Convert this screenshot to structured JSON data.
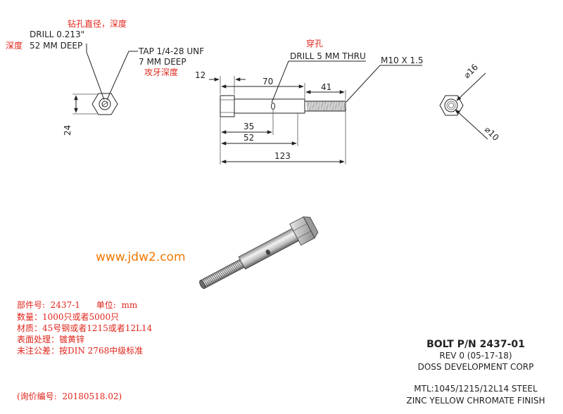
{
  "labels": {
    "drill_cn": "钻孔直径，深度",
    "drill_spec": "DRILL 0.213\"",
    "depth_cn": "深度",
    "drill_depth": "52 MM DEEP",
    "tap_spec": "TAP 1/4-28 UNF",
    "tap_depth": "7 MM DEEP",
    "tap_cn": "攻牙深度",
    "thru_cn": "穿孔",
    "thru_spec": "DRILL 5 MM THRU",
    "thread_spec": "M10 X 1.5"
  },
  "dimensions": {
    "d12": "12",
    "d70": "70",
    "d41": "41",
    "d24": "24",
    "d35": "35",
    "d52": "52",
    "d123": "123",
    "dia16": "⌀16",
    "dia10": "⌀10"
  },
  "website": "www.jdw2.com",
  "specs": {
    "part_no": "部件号:  2437-1      单位:  mm",
    "quantity": "数量：1000只或者5000只",
    "material": "材质：45号钢或者1215或者12L14",
    "surface": "表面处理：镀黄锌",
    "tolerance": "未注公差：按DIN 2768中级标准",
    "inquiry": "(询价编号:  20180518.02)"
  },
  "title_block": {
    "title": "BOLT P/N 2437-01",
    "rev": "REV 0 (05-17-18)",
    "company": "DOSS DEVELOPMENT CORP",
    "material": "MTL:1045/1215/12L14 STEEL",
    "finish": "ZINC YELLOW CHROMATE FINISH"
  },
  "colors": {
    "annotation": "#e0241b",
    "website": "#f07800",
    "line": "#222222"
  }
}
